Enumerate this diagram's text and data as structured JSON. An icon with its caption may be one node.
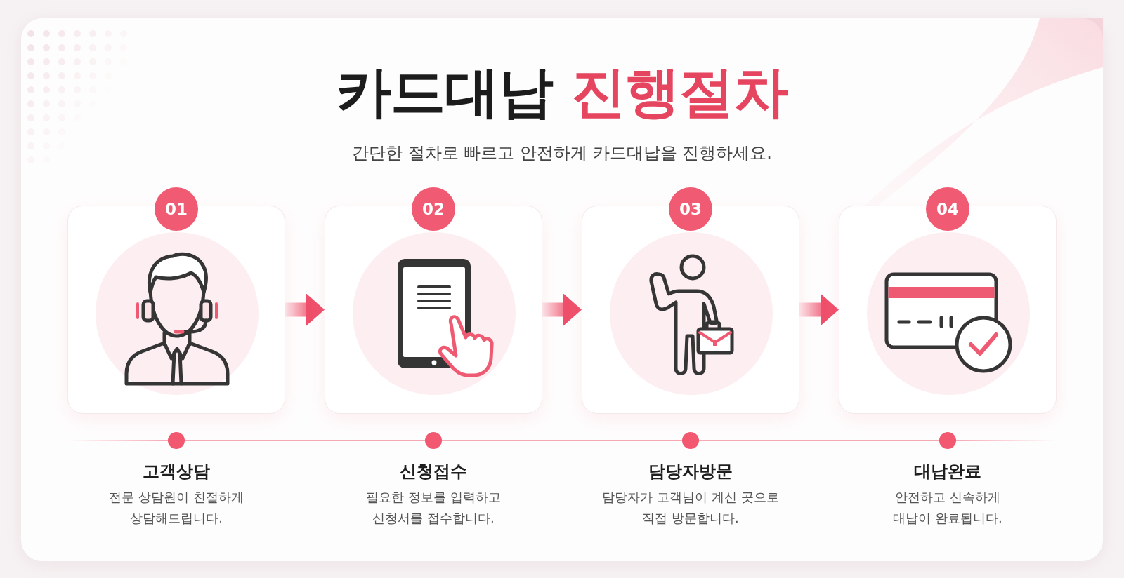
{
  "diagram": {
    "title": "카드대납 진행절차",
    "nodes": [
      {
        "text": [
          "01"
        ]
      },
      {
        "text": [],
        "shape": "box"
      },
      {
        "text": [],
        "shape": "circle",
        "beside": [
          "고객상담",
          "전문 상담원이 친절하게 상담해드립니다."
        ]
      },
      {
        "text": [
          "02"
        ]
      },
      {
        "text": [],
        "shape": "box"
      },
      {
        "text": [],
        "shape": "circle",
        "beside": [
          "신청접수",
          "필요한 정보를 입력하고 신청서를 접수합니다."
        ]
      },
      {
        "text": [
          "03"
        ]
      },
      {
        "text": [],
        "shape": "box"
      },
      {
        "text": [],
        "shape": "circle",
        "beside": [
          "담당자방문",
          "담당자가 고객님이 계신 곳으로 직접 방문합니다."
        ]
      },
      {
        "text": [
          "04"
        ]
      },
      {
        "text": [],
        "shape": "box"
      },
      {
        "text": [],
        "shape": "circle",
        "beside": [
          "대납완료",
          "안전하고 신속하게 대납이 완료됩니다."
        ]
      }
    ],
    "edges": [
      {
        "from": 1,
        "to": 4,
        "arrow": "to",
        "style": "thick",
        "color": "#ef4f6a"
      },
      {
        "from": 4,
        "to": 7,
        "arrow": "to",
        "style": "thick",
        "color": "#ef4f6a"
      },
      {
        "from": 7,
        "to": 10,
        "arrow": "to",
        "style": "thick",
        "color": "#ef4f6a"
      },
      {
        "from": null,
        "to": 2,
        "arrow": "none"
      },
      {
        "from": 2,
        "to": 5,
        "arrow": "none"
      },
      {
        "from": 5,
        "to": 8,
        "arrow": "none"
      },
      {
        "from": 8,
        "to": 11,
        "arrow": "none"
      },
      {
        "from": 11,
        "to": null,
        "arrow": "none"
      }
    ],
    "labels": [
      "간단한 절차로 빠르고 안전하게 카드대납을 진행하세요."
    ]
  }
}
